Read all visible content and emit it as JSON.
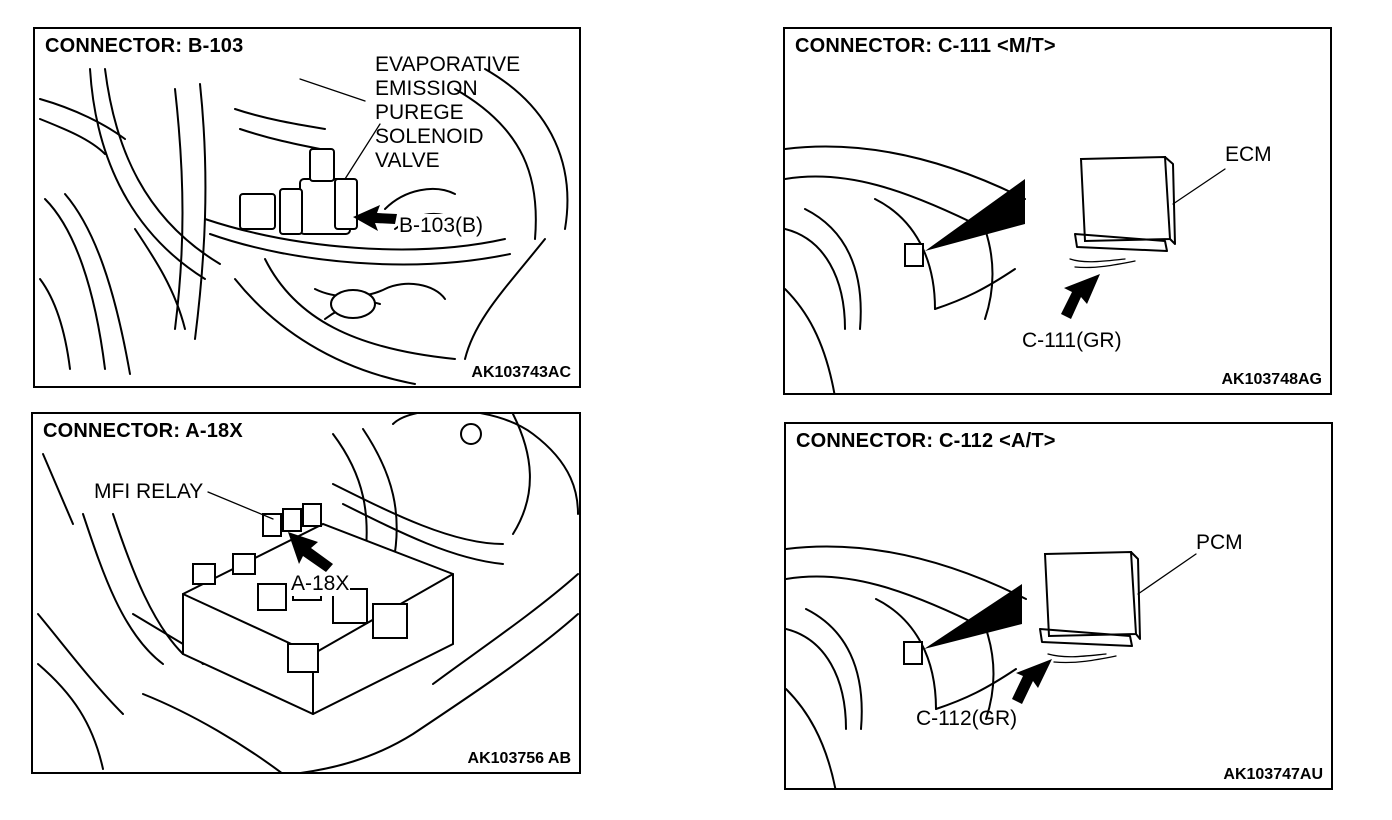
{
  "panels": {
    "b103": {
      "title": "CONNECTOR: B-103",
      "component": [
        "EVAPORATIVE",
        "EMISSION",
        "PUREGE",
        "SOLENOID",
        "VALVE"
      ],
      "connector_label": "B-103(B)",
      "code": "AK103743AC"
    },
    "a18x": {
      "title": "CONNECTOR: A-18X",
      "component": "MFI RELAY",
      "connector_label": "A-18X",
      "code": "AK103756 AB"
    },
    "c111": {
      "title": "CONNECTOR: C-111 <M/T>",
      "component": "ECM",
      "connector_label": "C-111(GR)",
      "code": "AK103748AG"
    },
    "c112": {
      "title": "CONNECTOR: C-112 <A/T>",
      "component": "PCM",
      "connector_label": "C-112(GR)",
      "code": "AK103747AU"
    }
  }
}
